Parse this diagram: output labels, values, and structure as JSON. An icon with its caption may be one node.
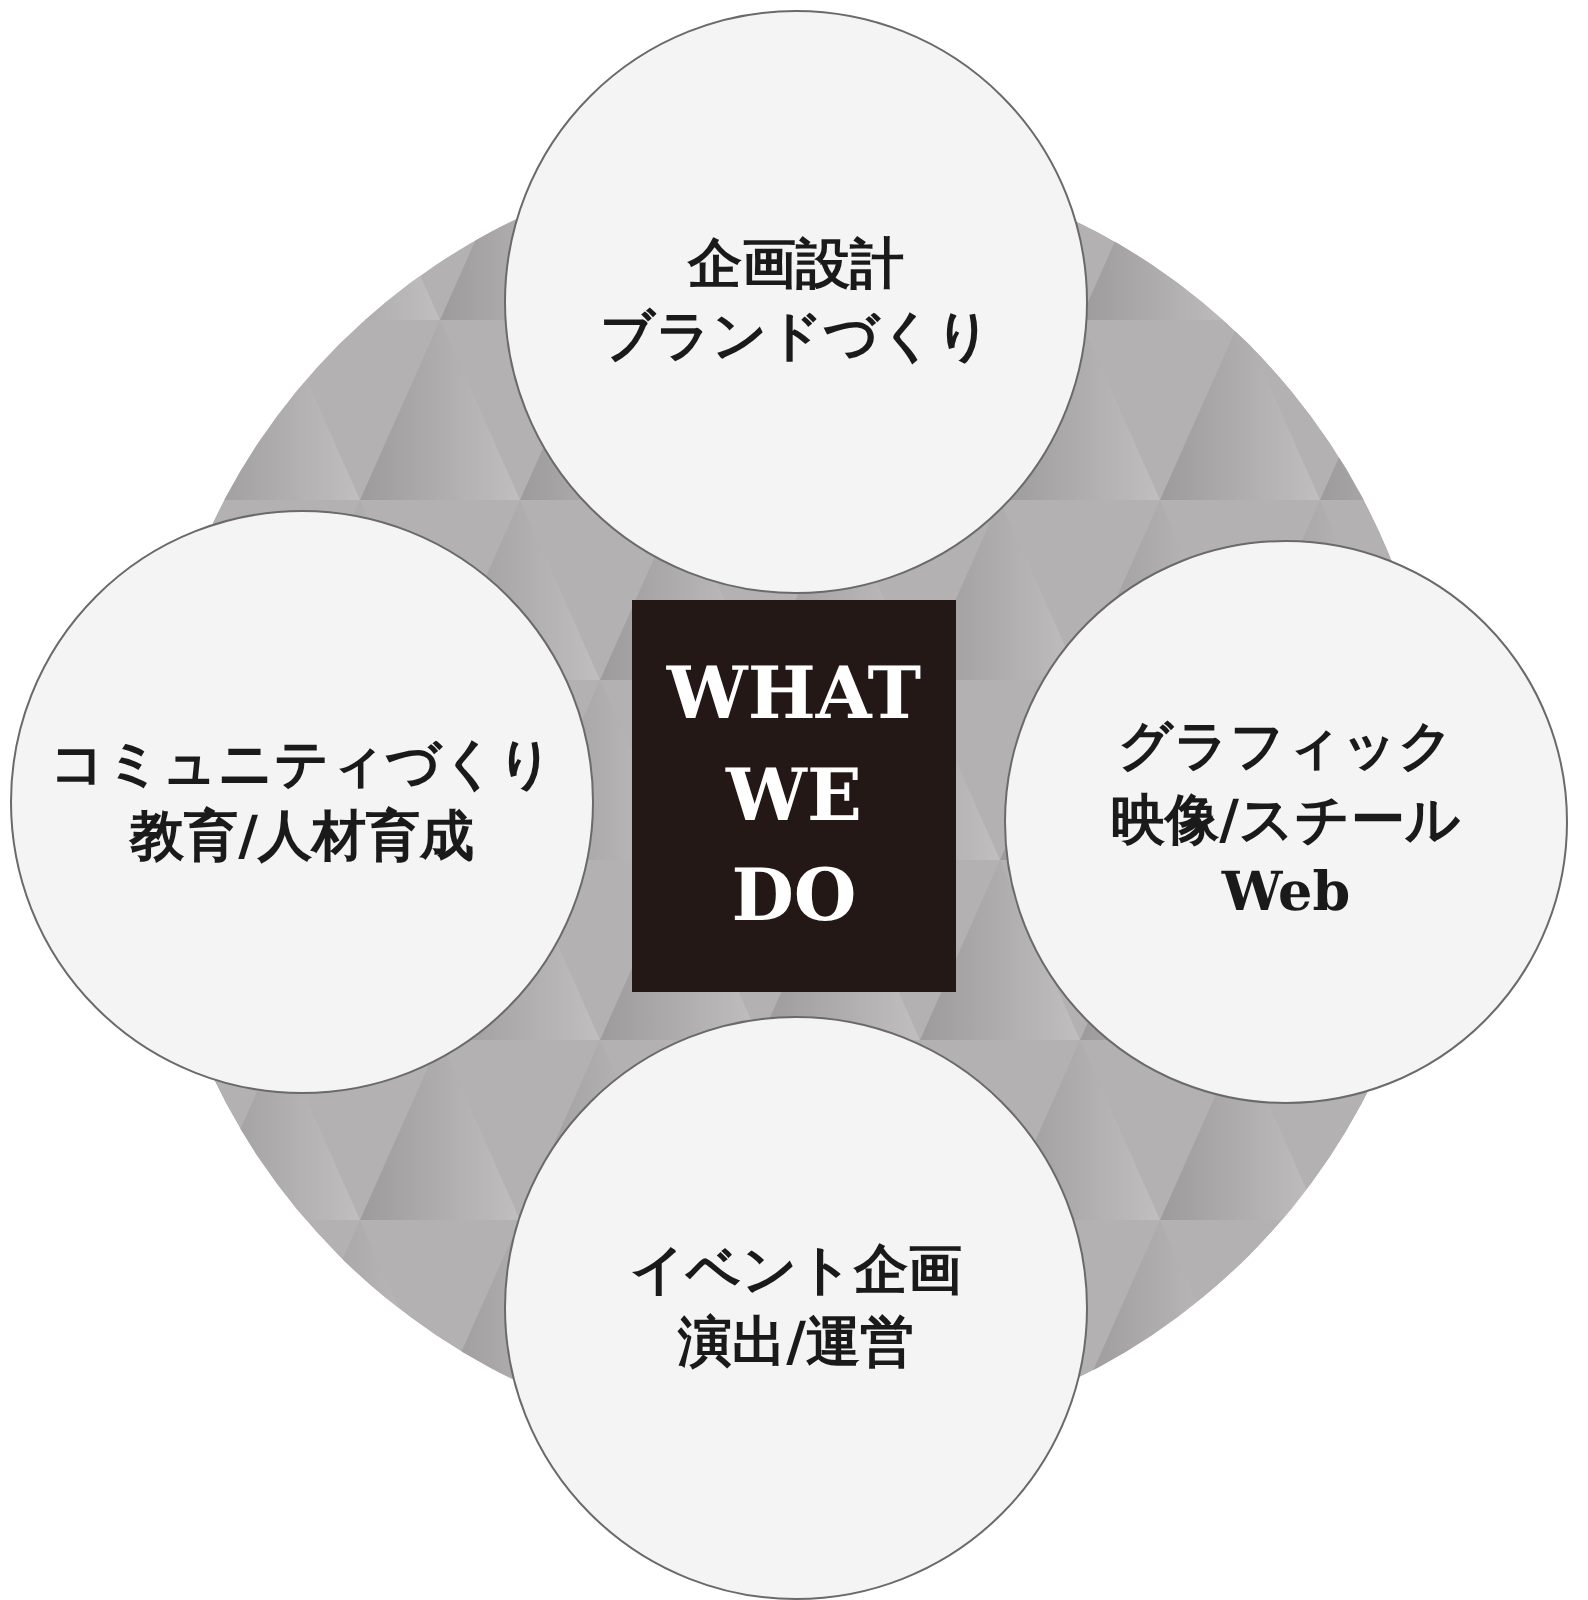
{
  "diagram": {
    "nodes": [
      {
        "text": [
          "企画設計",
          "ブランドづくり"
        ]
      },
      {
        "text": [
          "コミュニティづくり",
          "教育/人材育成"
        ]
      },
      {
        "text": [
          "WHAT WE DO"
        ]
      },
      {
        "text": [
          "グラフィック",
          "映像/スチール",
          "Web"
        ]
      },
      {
        "text": [
          "イベント企画",
          "演出/運営"
        ]
      }
    ],
    "edges": []
  }
}
